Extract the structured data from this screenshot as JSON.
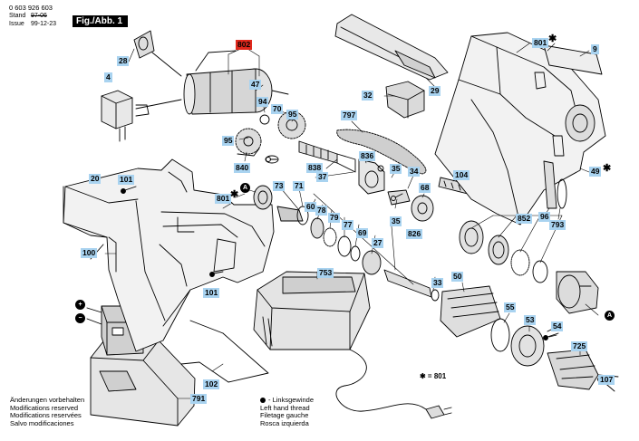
{
  "header": {
    "part_number": "0 603 926 603",
    "stand_label": "Stand",
    "stand_value_old": "97-06",
    "issue_label": "Issue",
    "issue_value": "99-12-23",
    "figure_label": "Fig./Abb. 1"
  },
  "callouts": {
    "c802": "802",
    "c28": "28",
    "c4": "4",
    "c47": "47",
    "c94": "94",
    "c70": "70",
    "c95a": "95",
    "c95b": "95",
    "c840": "840",
    "c838": "838",
    "c836": "836",
    "c37": "37",
    "c20": "20",
    "c101a": "101",
    "c101b": "101",
    "c801a": "801",
    "c801b": "801",
    "c73": "73",
    "c71": "71",
    "c60": "60",
    "c78": "78",
    "c79": "79",
    "c77": "77",
    "c69": "69",
    "c27": "27",
    "c826": "826",
    "c33": "33",
    "c100": "100",
    "c753": "753",
    "c50": "50",
    "c55": "55",
    "c53": "53",
    "c54": "54",
    "c725": "725",
    "c107": "107",
    "c102": "102",
    "c791": "791",
    "c32": "32",
    "c29": "29",
    "c797": "797",
    "c35a": "35",
    "c35b": "35",
    "c34": "34",
    "c104": "104",
    "c68": "68",
    "c9": "9",
    "c49": "49",
    "c852": "852",
    "c96": "96",
    "c793": "793"
  },
  "symbols": {
    "asterisk": "✱",
    "plus": "+",
    "minus": "−",
    "circle_a": "A"
  },
  "notes": {
    "line1": "Änderungen vorbehalten",
    "line2": "Modifications reserved",
    "line3": "Modifications reservées",
    "line4": "Salvo modificaciones"
  },
  "thread_legend": {
    "line1": "- Linksgewinde",
    "line2": "Left hand thread",
    "line3": "Filetage gauche",
    "line4": "Rosca izquierda"
  },
  "asterisk_note": "✱ = 801"
}
